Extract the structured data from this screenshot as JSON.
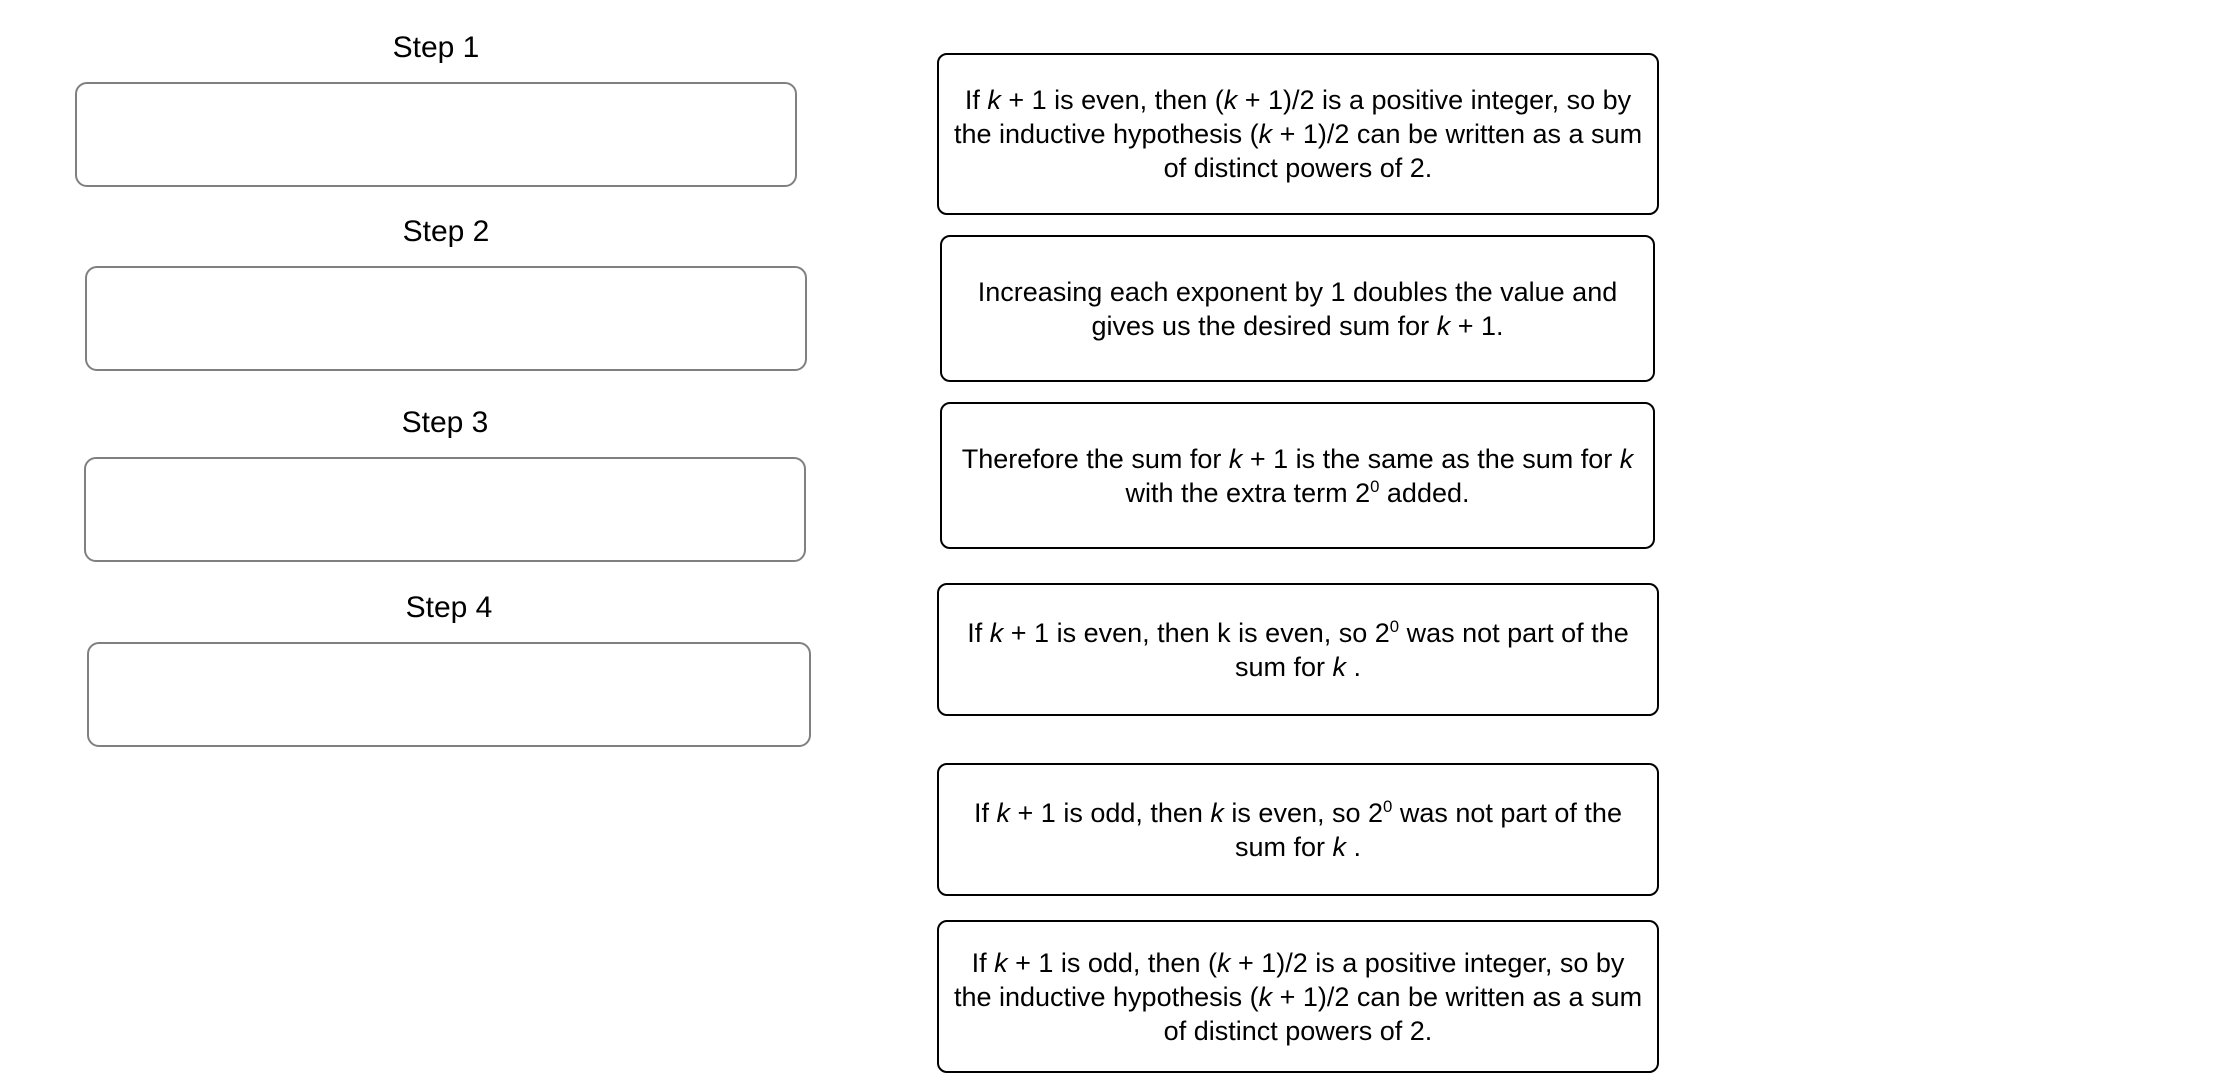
{
  "steps": [
    {
      "label": "Step 1",
      "dropzone_content": ""
    },
    {
      "label": "Step 2",
      "dropzone_content": ""
    },
    {
      "label": "Step 3",
      "dropzone_content": ""
    },
    {
      "label": "Step 4",
      "dropzone_content": ""
    }
  ],
  "answer_cards": [
    {
      "id": "card-1",
      "text": "If k + 1 is even, then (k + 1)/2 is a positive integer, so by the inductive hypothesis (k + 1)/2 can be written as a sum of distinct powers of 2.",
      "html": "If <i>k</i> + 1 is even, then (<i>k</i> + 1)/2 is a positive integer, so by the inductive hypothesis (<i>k</i> + 1)/2 can be written as a sum of distinct powers of 2."
    },
    {
      "id": "card-2",
      "text": "Increasing each exponent by 1 doubles the value and gives us the desired sum for k + 1.",
      "html": "Increasing each exponent by 1 doubles the value and gives us the desired sum for <i>k</i> + 1."
    },
    {
      "id": "card-3",
      "text": "Therefore the sum for k + 1 is the same as the sum for k with the extra term 2⁰ added.",
      "html": "Therefore the sum for <i>k</i> + 1 is the same as the sum for <i>k</i> with the extra term 2<sup>0</sup> added."
    },
    {
      "id": "card-4",
      "text": "If k + 1 is even, then k is even, so 2⁰ was not part of the sum for k .",
      "html": "If <i>k</i> + 1 is even, then k is even, so 2<sup>0</sup> was not part of the sum for <i>k</i> ."
    },
    {
      "id": "card-5",
      "text": "If k + 1 is odd, then k is even, so 2⁰ was not part of the sum for k .",
      "html": "If <i>k</i> + 1 is odd, then <i>k</i> is even, so 2<sup>0</sup> was not part of the sum for <i>k</i> ."
    },
    {
      "id": "card-6",
      "text": "If k + 1 is odd, then (k + 1)/2 is a positive integer, so by the inductive hypothesis (k + 1)/2 can be written as a sum of distinct powers of 2.",
      "html": "If <i>k</i> + 1 is odd, then (<i>k</i> + 1)/2 is a positive integer, so by the inductive hypothesis (<i>k</i> + 1)/2 can be written as a sum of distinct powers of 2."
    }
  ],
  "colors": {
    "page_background": "#ffffff",
    "card_border": "#000000",
    "dropzone_border": "#808080",
    "text": "#000000"
  }
}
